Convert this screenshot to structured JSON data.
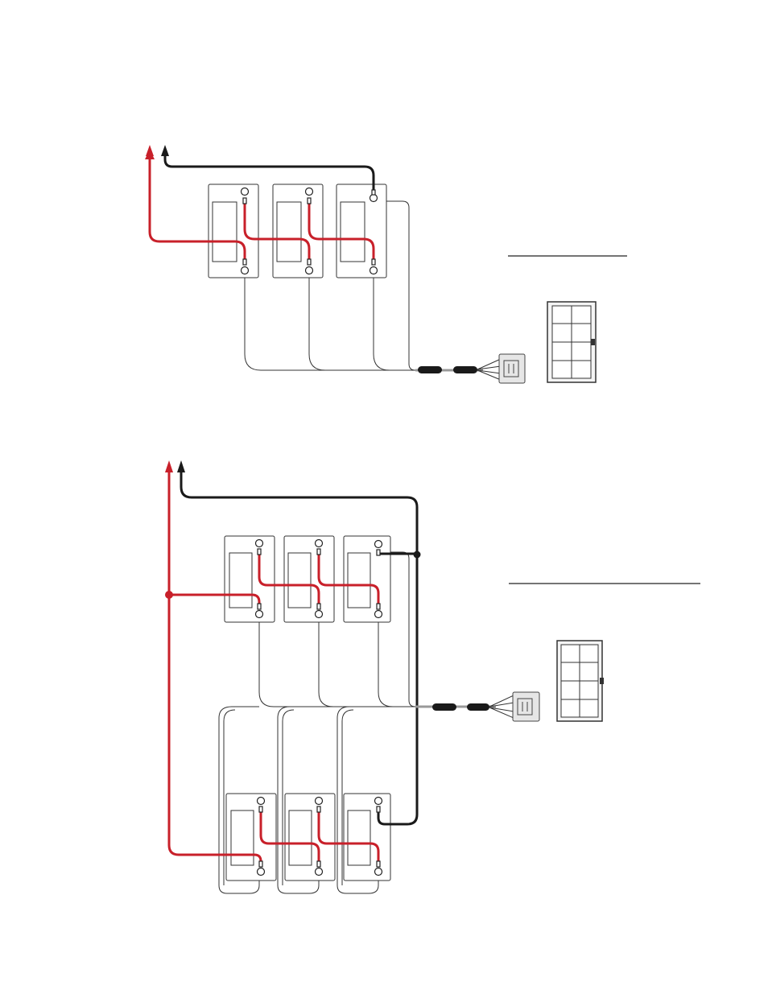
{
  "colors": {
    "positive": "#c8202a",
    "negative": "#1a1a1a",
    "sense_wire": "#333333"
  },
  "diagrams": [
    {
      "id": "three-battery-string",
      "batteries": 3
    },
    {
      "id": "six-battery-parallel-strings",
      "batteries": 6
    }
  ],
  "icons": [
    "arrow-up-icon",
    "connector-plug-icon",
    "connector-pinout-icon"
  ]
}
